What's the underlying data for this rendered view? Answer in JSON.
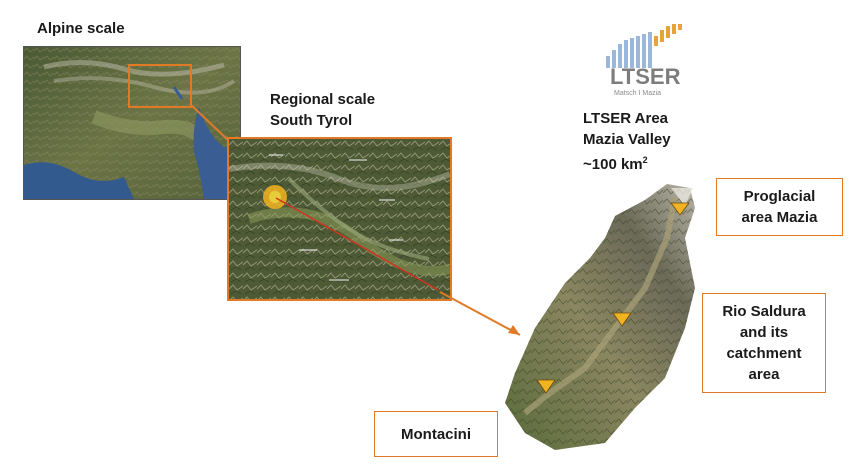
{
  "labels": {
    "alpine_scale": "Alpine scale",
    "regional_line1": "Regional scale",
    "regional_line2": "South Tyrol",
    "ltser_line1": "LTSER Area",
    "ltser_line2": "Mazia Valley",
    "ltser_line3": "~100 km",
    "ltser_sup": "2"
  },
  "logo": {
    "main_text": "LTSER",
    "sub_text": "Matsch I Mazia"
  },
  "callouts": {
    "proglacial_line1": "Proglacial",
    "proglacial_line2": "area Mazia",
    "saldura_line1": "Rio Saldura",
    "saldura_line2": "and its",
    "saldura_line3": "catchment",
    "saldura_line4": "area",
    "montacini": "Montacini"
  },
  "colors": {
    "accent": "#e07a25",
    "marker": "#f2b320",
    "logo_blue": "#9bb7d9",
    "logo_orange": "#e8a23a"
  }
}
